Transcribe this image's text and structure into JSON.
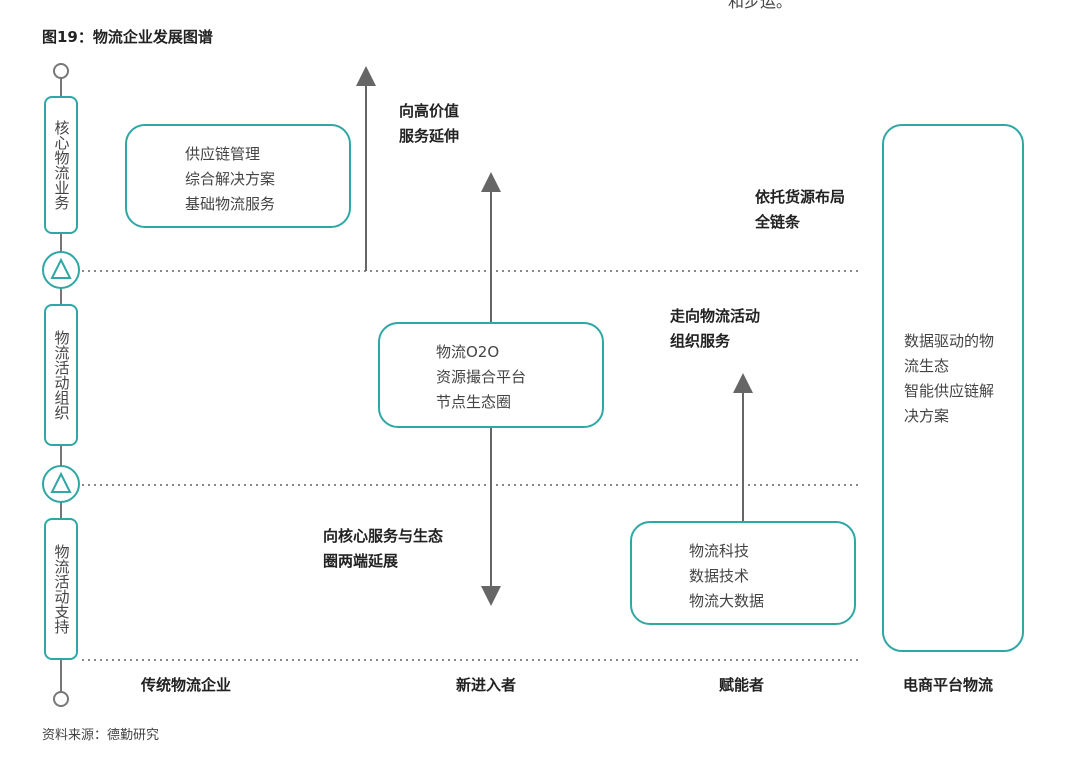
{
  "title": "图19：物流企业发展图谱",
  "top_fragment": "和步运。",
  "source": "资料来源：德勤研究",
  "axis_stages": [
    "核心物流业务",
    "物流活动组织",
    "物流活动支持"
  ],
  "columns": [
    "传统物流企业",
    "新进入者",
    "赋能者",
    "电商平台物流"
  ],
  "cards": {
    "traditional": [
      "供应链管理",
      "综合解决方案",
      "基础物流服务"
    ],
    "new_entrant": [
      "物流O2O",
      "资源撮合平台",
      "节点生态圈"
    ],
    "enabler": [
      "物流科技",
      "数据技术",
      "物流大数据"
    ],
    "ecommerce": [
      "数据驱动的物",
      "流生态",
      "智能供应链解",
      "决方案"
    ]
  },
  "notes": {
    "high_value": [
      "向高价值",
      "服务延伸"
    ],
    "full_chain": [
      "依托货源布局",
      "全链条"
    ],
    "organize": [
      "走向物流活动",
      "组织服务"
    ],
    "core_eco": [
      "向核心服务与生态",
      "圈两端延展"
    ]
  },
  "colors": {
    "accent": "#2fa7a5",
    "arrow": "#666666",
    "dotted": "#888888"
  }
}
